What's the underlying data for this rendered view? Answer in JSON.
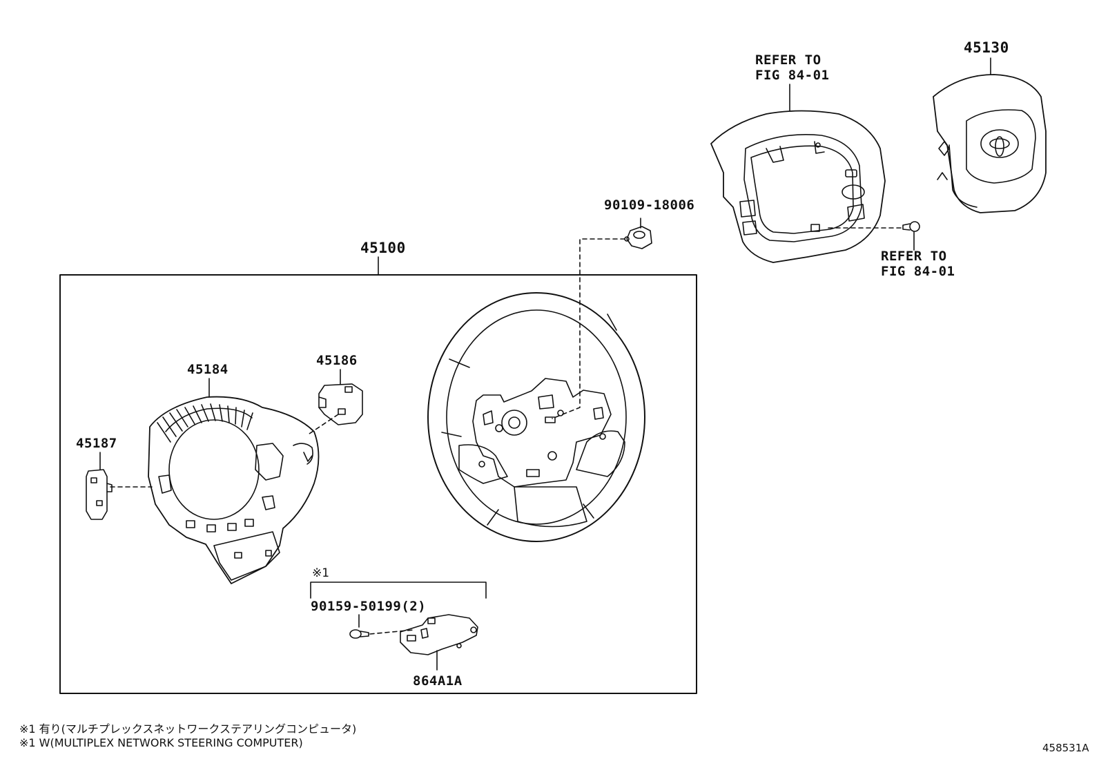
{
  "parts": {
    "p45100": "45100",
    "p45130": "45130",
    "p45184": "45184",
    "p45186": "45186",
    "p45187": "45187",
    "p90109": "90109-18006",
    "p90159": "90159-50199(2)",
    "p864a1a": "864A1A"
  },
  "refs": {
    "refer_top_line1": "REFER TO",
    "refer_top_line2": "FIG 84-01",
    "refer_right_line1": "REFER TO",
    "refer_right_line2": "FIG 84-01"
  },
  "marker": "※1",
  "footnotes": {
    "jp": "※1 有り(マルチプレックスネットワークステアリングコンピュータ)",
    "en": "※1 W(MULTIPLEX NETWORK STEERING COMPUTER)"
  },
  "figure_number": "458531A",
  "icons": [
    "steering-wheel",
    "airbag-pad",
    "switch-bezel",
    "lower-cover",
    "switch-panel-left",
    "switch-panel-right",
    "nut",
    "screw",
    "steering-computer-module",
    "toyota-emblem"
  ]
}
